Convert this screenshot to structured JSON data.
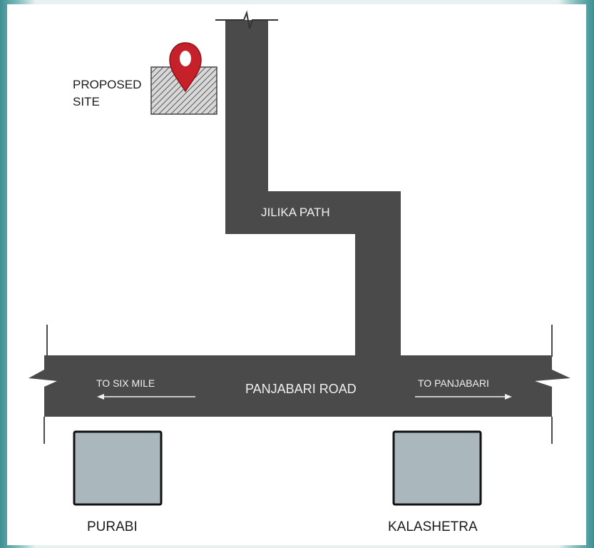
{
  "map": {
    "site_label_line1": "PROPOSED",
    "site_label_line2": "SITE",
    "road_vertical": "JILIKA PATH",
    "road_main": "PANJABARI ROAD",
    "dir_left": "TO SIX MILE",
    "dir_right": "TO PANJABARI",
    "landmark_left": "PURABI",
    "landmark_right": "KALASHETRA"
  },
  "colors": {
    "road": "#4a4a4a",
    "marker": "#c6202a",
    "building_fill": "#aab8bd",
    "site_hatch": "#555555"
  }
}
